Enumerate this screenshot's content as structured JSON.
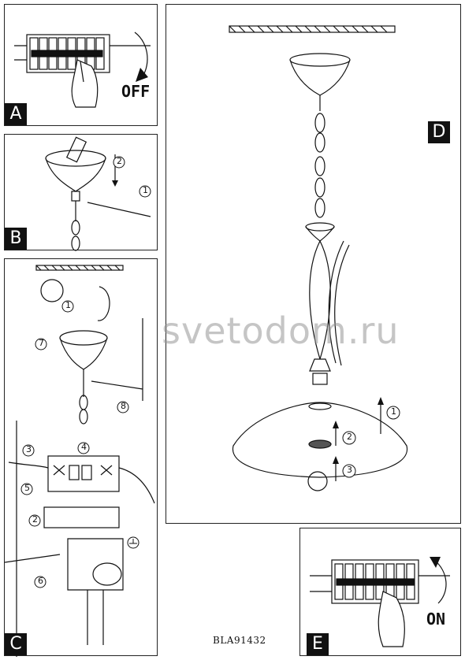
{
  "panels": {
    "a": {
      "label": "A",
      "action_text": "OFF"
    },
    "b": {
      "label": "B"
    },
    "c": {
      "label": "C"
    },
    "d": {
      "label": "D"
    },
    "e": {
      "label": "E",
      "action_text": "ON"
    }
  },
  "step_numbers": {
    "b": [
      "2",
      "1"
    ],
    "c": [
      "1",
      "7",
      "8",
      "3",
      "4",
      "5",
      "2",
      "6"
    ],
    "d": [
      "1",
      "2",
      "3"
    ]
  },
  "model_code": "BLA91432",
  "watermark": "svetodom.ru",
  "colors": {
    "line": "#111111",
    "watermark": "#969696"
  },
  "icons": [
    "breaker-switch-icon",
    "hand-icon",
    "rotate-arrow-icon",
    "screwdriver-icon",
    "ground-symbol-icon",
    "light-bulb-icon"
  ]
}
